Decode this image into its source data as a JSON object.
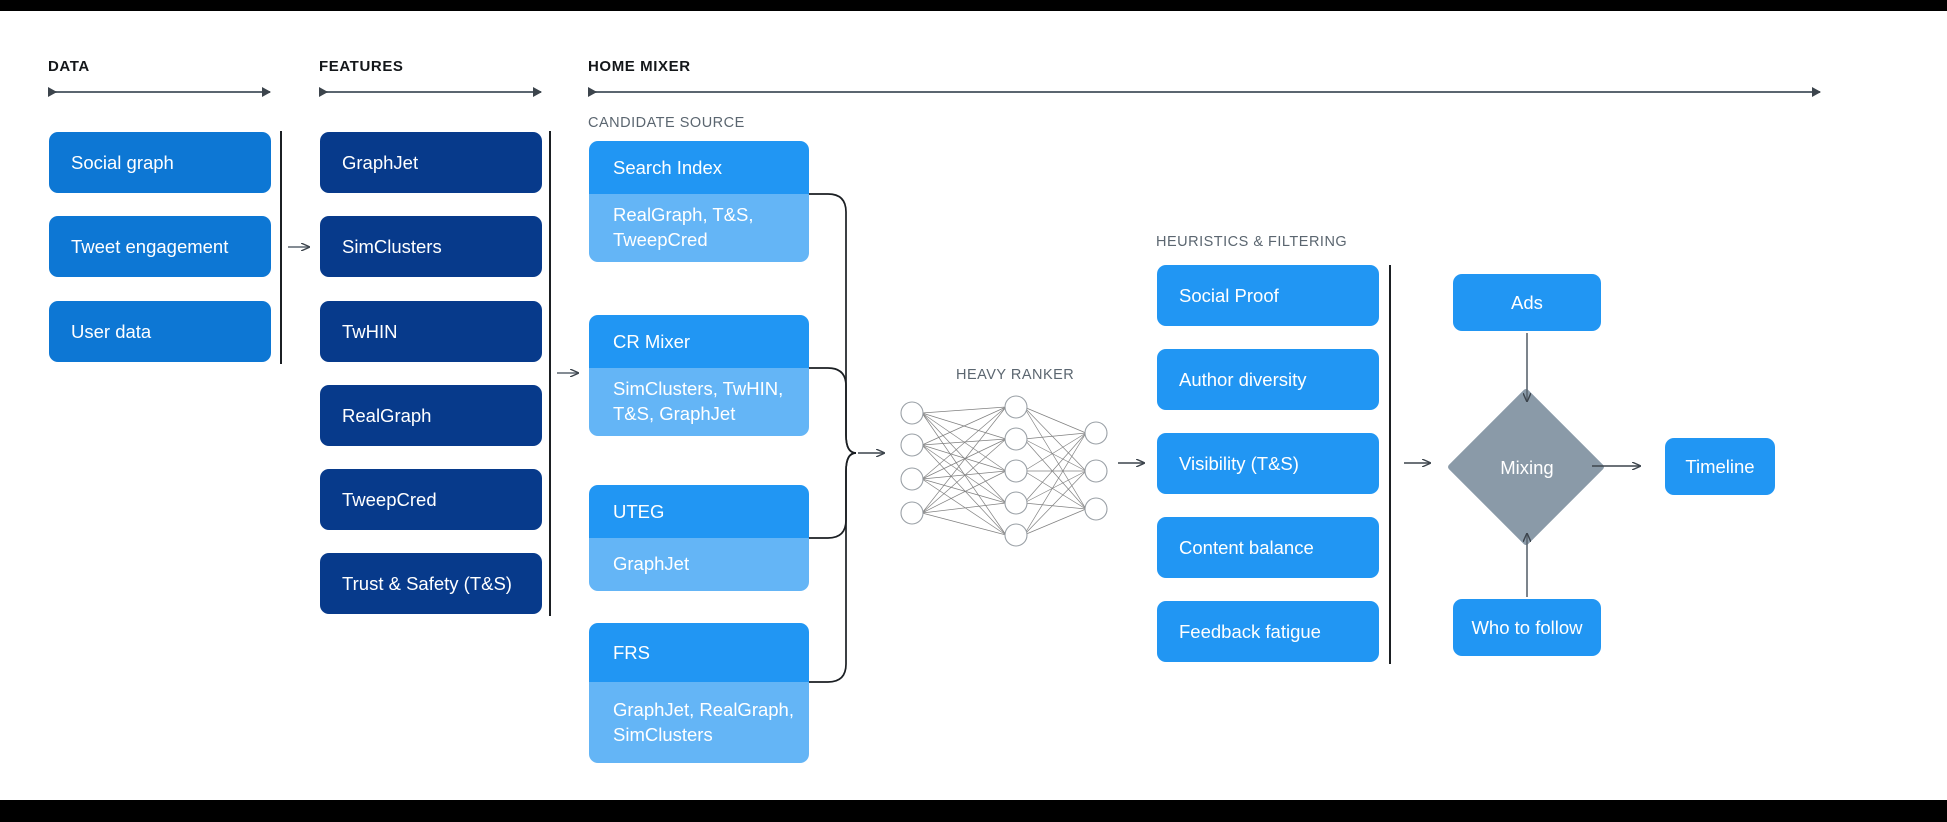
{
  "sections": {
    "data": {
      "title": "DATA"
    },
    "features": {
      "title": "FEATURES"
    },
    "home_mixer": {
      "title": "HOME MIXER"
    },
    "candidate_source": {
      "title": "CANDIDATE SOURCE"
    },
    "heavy_ranker": {
      "title": "HEAVY RANKER"
    },
    "heuristics": {
      "title": "HEURISTICS & FILTERING"
    }
  },
  "data_boxes": [
    {
      "label": "Social graph"
    },
    {
      "label": "Tweet engagement"
    },
    {
      "label": "User data"
    }
  ],
  "feature_boxes": [
    {
      "label": "GraphJet"
    },
    {
      "label": "SimClusters"
    },
    {
      "label": "TwHIN"
    },
    {
      "label": "RealGraph"
    },
    {
      "label": "TweepCred"
    },
    {
      "label": "Trust & Safety (T&S)"
    }
  ],
  "candidate_sources": [
    {
      "name": "Search Index",
      "detail": "RealGraph, T&S, TweepCred"
    },
    {
      "name": "CR Mixer",
      "detail": "SimClusters, TwHIN, T&S, GraphJet"
    },
    {
      "name": "UTEG",
      "detail": "GraphJet"
    },
    {
      "name": "FRS",
      "detail": "GraphJet, RealGraph, SimClusters"
    }
  ],
  "heuristics_boxes": [
    {
      "label": "Social Proof"
    },
    {
      "label": "Author diversity"
    },
    {
      "label": "Visibility (T&S)"
    },
    {
      "label": "Content balance"
    },
    {
      "label": "Feedback fatigue"
    }
  ],
  "outputs": {
    "ads": "Ads",
    "who_to_follow": "Who to follow",
    "mixing": "Mixing",
    "timeline": "Timeline"
  },
  "neural_network": {
    "input_nodes": 4,
    "hidden_nodes": 5,
    "output_nodes": 3
  },
  "colors": {
    "blue_light": "#0d77d4",
    "blue_dark": "#073a8b",
    "blue_bright": "#2196f3",
    "blue_pale": "#64b5f6",
    "grey_diamond": "#8a9aa8",
    "text_muted": "#5b6670",
    "background": "#ffffff",
    "bars": "#000000"
  }
}
